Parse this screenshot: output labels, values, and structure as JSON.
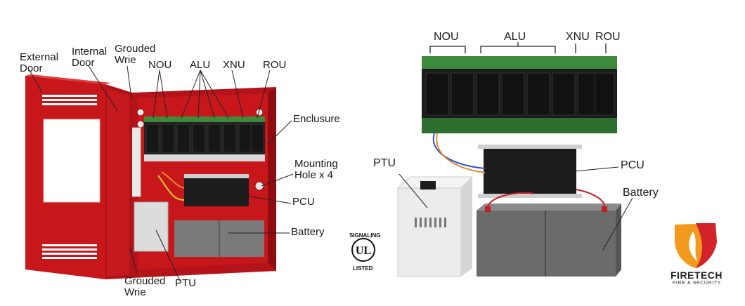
{
  "left_labels": {
    "external_door": "External\nDoor",
    "internal_door": "Internal\nDoor",
    "grounded_wire_top": "Grouded\nWrie",
    "nou": "NOU",
    "alu": "ALU",
    "xnu": "XNU",
    "rou": "ROU",
    "enclosure": "Enclusure",
    "mounting_hole": "Mounting\nHole x 4",
    "pcu": "PCU",
    "battery": "Battery",
    "grounded_wire_bottom": "Grouded\nWrie",
    "ptu": "PTU"
  },
  "right_labels": {
    "nou": "NOU",
    "alu": "ALU",
    "xnu": "XNU",
    "rou": "ROU",
    "ptu": "PTU",
    "pcu": "PCU",
    "battery": "Battery"
  },
  "certification": {
    "top": "SIGNALING",
    "bottom": "LISTED",
    "mark": "UL"
  },
  "brand": {
    "name": "FIRETECH",
    "tagline": "FIRE & SECURITY"
  },
  "colors": {
    "enclosure_red": "#c8171b",
    "enclosure_dark": "#9c0f12",
    "module_black": "#1c1c1c",
    "connector_green": "#3d8a3d",
    "battery_gray": "#6b6b6b",
    "ptu_white": "#ececec",
    "logo_orange": "#f39a1e",
    "logo_red": "#d2232a"
  }
}
